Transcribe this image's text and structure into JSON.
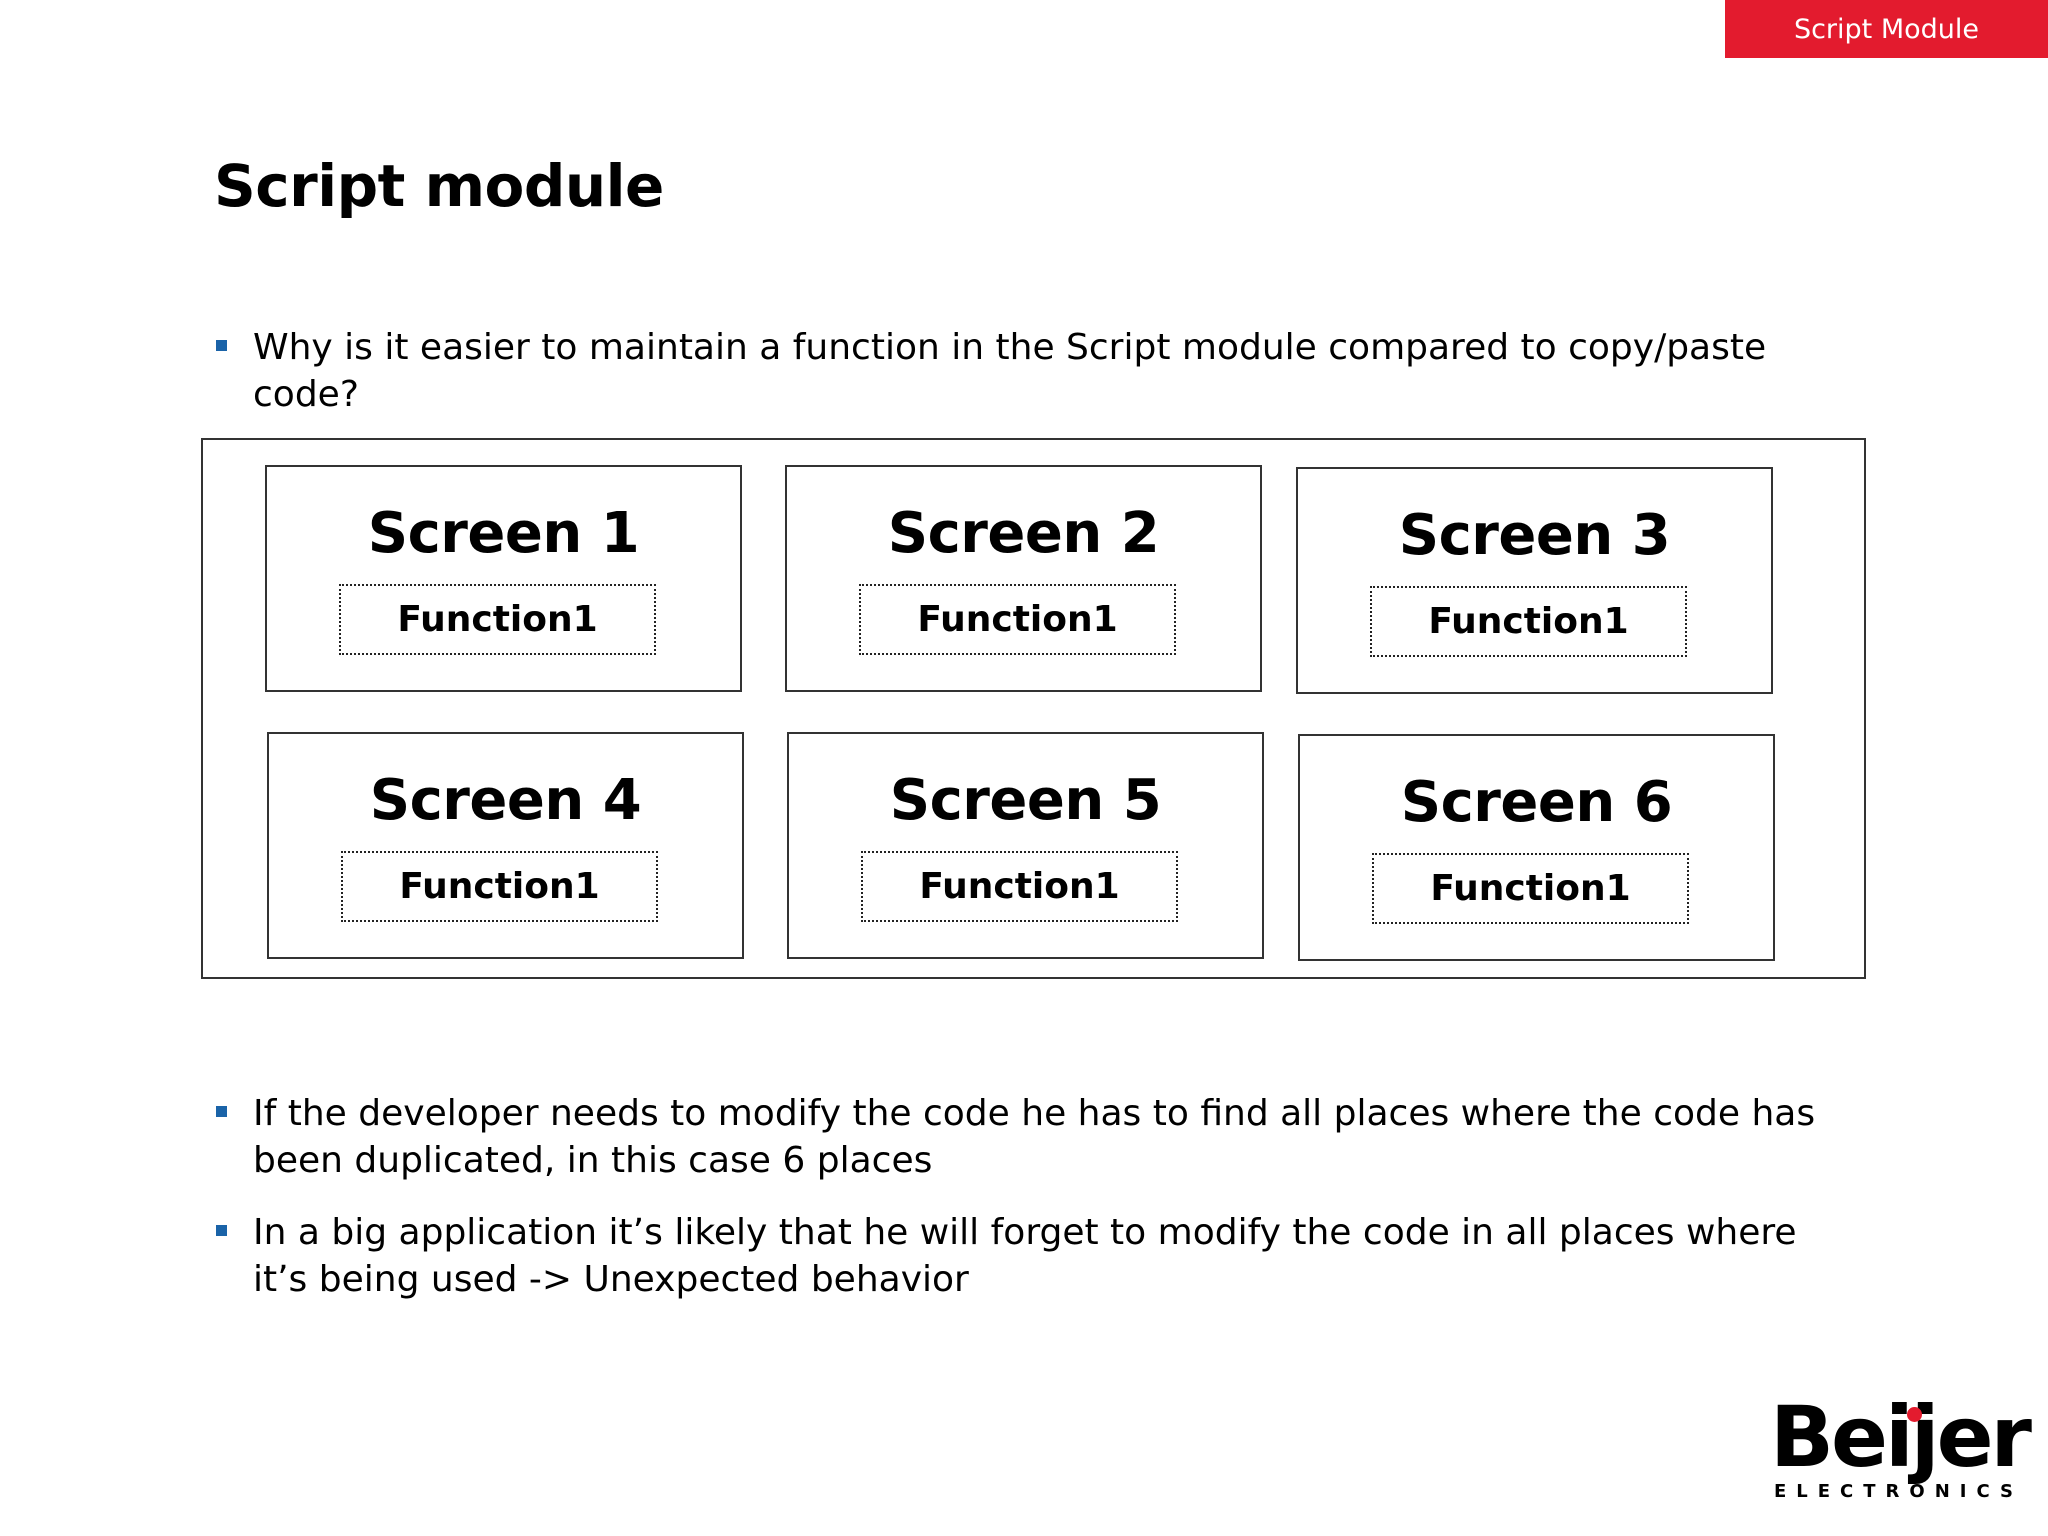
{
  "header": {
    "section_tag": "Script Module"
  },
  "slide": {
    "title": "Script module",
    "intro_bullets": [
      "Why is it easier to maintain a function in the Script module compared to copy/paste code?"
    ],
    "diagram": {
      "screens": [
        {
          "label": "Screen 1",
          "function": "Function1"
        },
        {
          "label": "Screen 2",
          "function": "Function1"
        },
        {
          "label": "Screen 3",
          "function": "Function1"
        },
        {
          "label": "Screen 4",
          "function": "Function1"
        },
        {
          "label": "Screen 5",
          "function": "Function1"
        },
        {
          "label": "Screen 6",
          "function": "Function1"
        }
      ]
    },
    "bullets": [
      "If the developer needs to modify the code he has to find all places where the code has been duplicated, in this case 6 places",
      "In a big application it’s likely that he will forget to modify the code in all places where it’s being used -> Unexpected behavior"
    ]
  },
  "logo": {
    "name": "Beijer",
    "subtitle": "ELECTRONICS"
  },
  "colors": {
    "accent_red": "#e31b2e",
    "bullet_blue": "#1a63a8"
  }
}
